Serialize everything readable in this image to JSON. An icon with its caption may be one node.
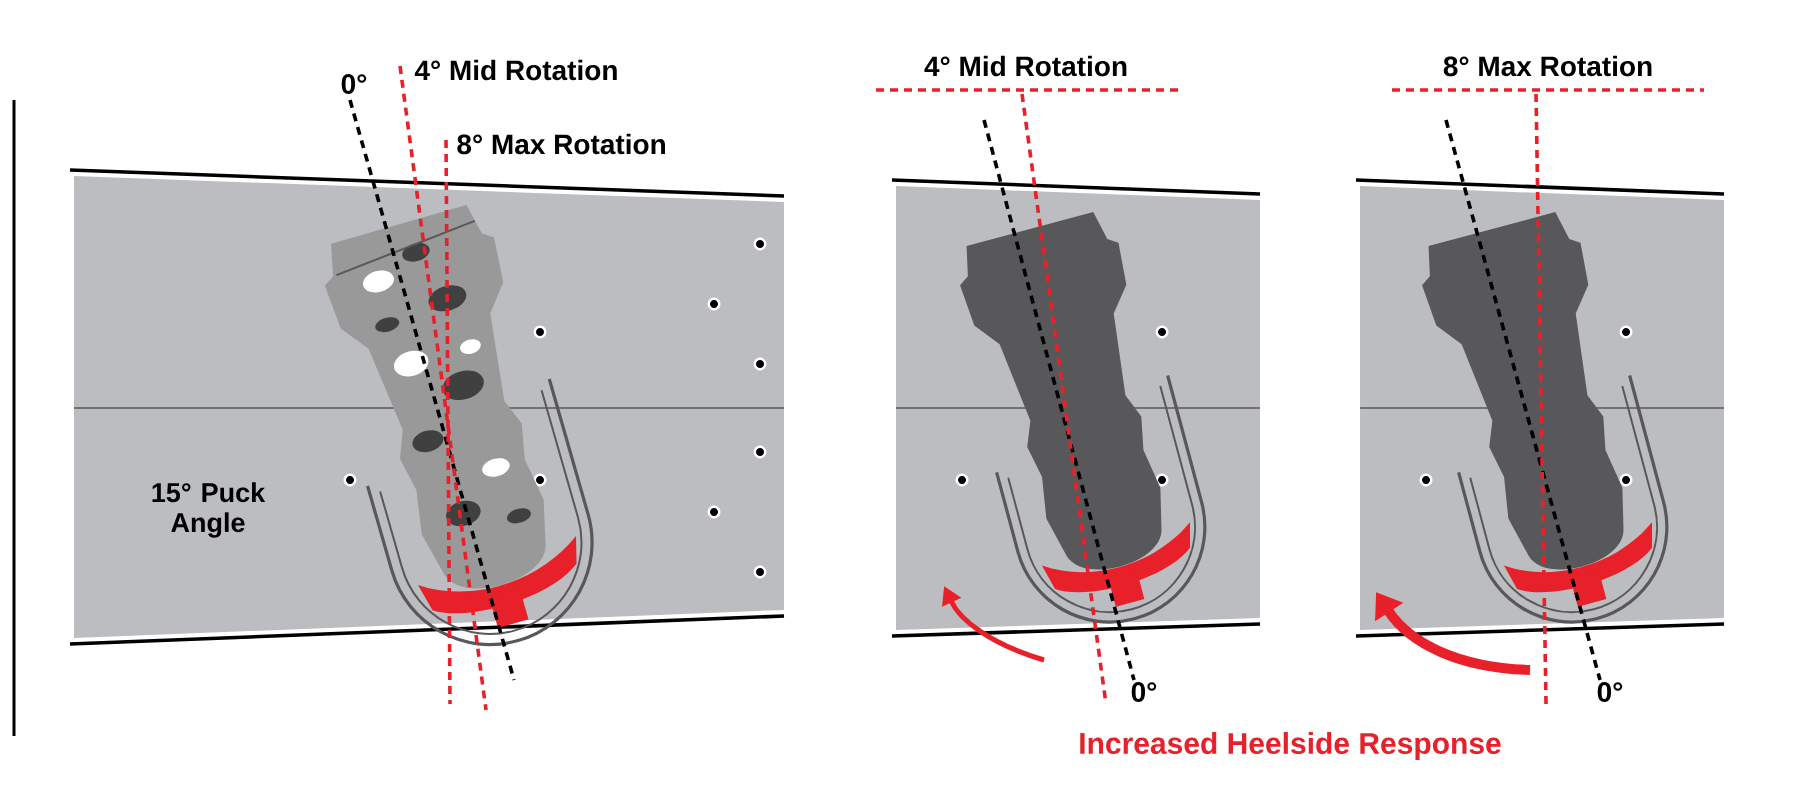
{
  "diagram": {
    "labels": [
      "0°",
      "4° Mid Rotation",
      "8° Max Rotation",
      "15° Puck Angle",
      "4° Mid Rotation",
      "8° Max Rotation",
      "0°",
      "0°",
      "Increased Heelside Response"
    ]
  }
}
